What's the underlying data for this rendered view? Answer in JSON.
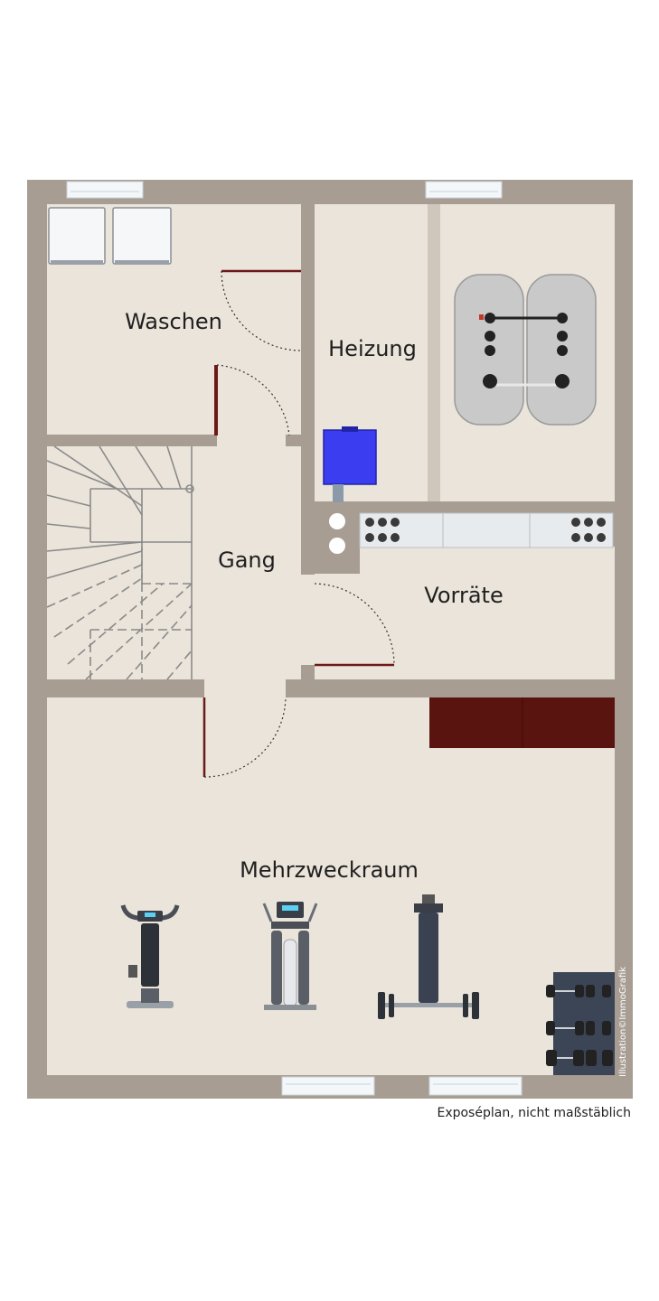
{
  "rooms": {
    "waschen": "Waschen",
    "heizung": "Heizung",
    "gang": "Gang",
    "vorraete": "Vorräte",
    "mehrzweckraum": "Mehrzweckraum"
  },
  "caption": "Exposéplan, nicht maßstäblich",
  "credit": "Illustration©ImmoGrafik",
  "colors": {
    "wall": "#a89d93",
    "floor": "#eae4da",
    "door": "#6b1a1a",
    "boiler": "#3b3df0",
    "shelf": "#5a1410",
    "window": "#f4f7f9"
  },
  "icons": [
    "washing-machine-icon",
    "dryer-icon",
    "oil-tank-icon",
    "boiler-icon",
    "exercise-bike-icon",
    "elliptical-trainer-icon",
    "weight-bench-icon",
    "dumbbell-rack-icon"
  ]
}
